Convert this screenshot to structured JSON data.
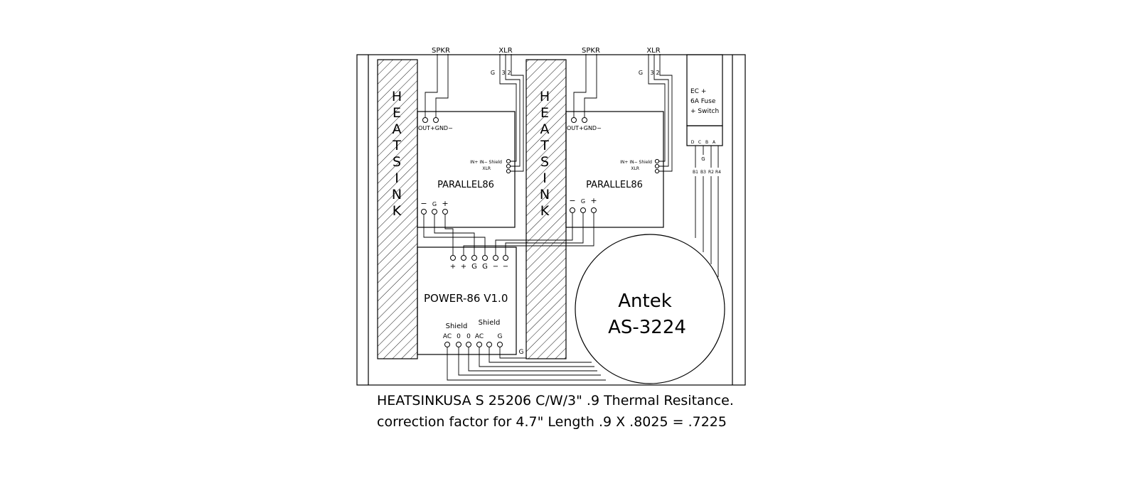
{
  "heatsink_letters": [
    "H",
    "E",
    "A",
    "T",
    "S",
    "I",
    "N",
    "K"
  ],
  "spkr_label": "SPKR",
  "xlr_label": "XLR",
  "xlr_pins": [
    "G",
    "3",
    "2"
  ],
  "amp_output_terms": "OUT+GND−",
  "amp_input_label": "IN+ IN− Shield",
  "amp_xlr_label": "XLR",
  "amp_name": "PARALLEL86",
  "amp_power_pins": [
    "−",
    "G",
    "+"
  ],
  "psu_name": "POWER-86 V1.0",
  "psu_dc_pins": [
    "+",
    "+",
    "G",
    "G",
    "−",
    "−"
  ],
  "psu_shield_left": "Shield",
  "psu_shield_right": "Shield",
  "psu_ac_pins": [
    "AC",
    "0",
    "0",
    "AC",
    "",
    "G"
  ],
  "chassis_ground": "G",
  "iec_label": [
    "EC +",
    "6A Fuse",
    "+ Switch"
  ],
  "iec_pins": [
    "D",
    "C",
    "B",
    "A"
  ],
  "iec_ground": "G",
  "iec_out_pins": [
    "B1",
    "B3",
    "R2",
    "R4"
  ],
  "transformer_brand": "Antek",
  "transformer_model": "AS-3224",
  "caption_line1": "HEATSINKUSA S 25206 C/W/3\" .9 Thermal Resitance.",
  "caption_line2": "correction factor for 4.7\" Length .9 X .8025 = .7225"
}
